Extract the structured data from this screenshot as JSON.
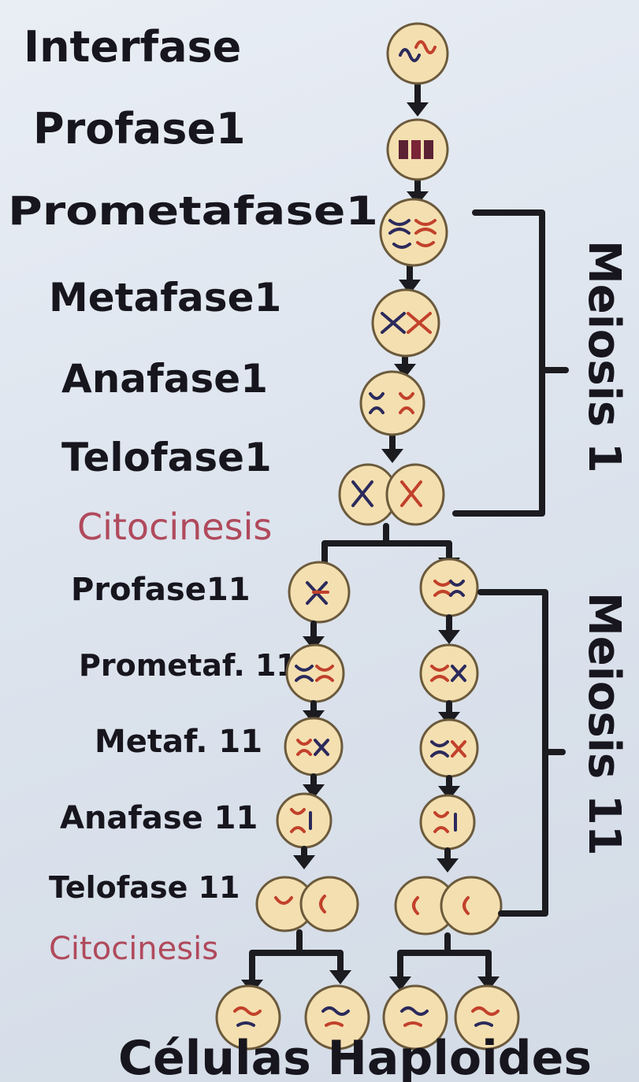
{
  "stages_meiosis1": [
    {
      "label": "Interfase"
    },
    {
      "label": "Profase1"
    },
    {
      "label": "Prometafase1"
    },
    {
      "label": "Metafase1"
    },
    {
      "label": "Anafase1"
    },
    {
      "label": "Telofase1"
    }
  ],
  "citocinesis_1": "Citocinesis",
  "stages_meiosis2": [
    {
      "label": "Profase11"
    },
    {
      "label": "Prometaf. 11"
    },
    {
      "label": "Metaf. 11"
    },
    {
      "label": "Anafase 11"
    },
    {
      "label": "Telofase 11"
    }
  ],
  "citocinesis_2": "Citocinesis",
  "bracket_1": "Meiosis 1",
  "bracket_2": "Meiosis 11",
  "footer": "Células Haploides",
  "colors": {
    "cell_fill": "#f4dfb0",
    "chromosome_dark": "#2b2a5c",
    "chromosome_red": "#c2412b",
    "citocinesis_text": "#b04a5c"
  }
}
